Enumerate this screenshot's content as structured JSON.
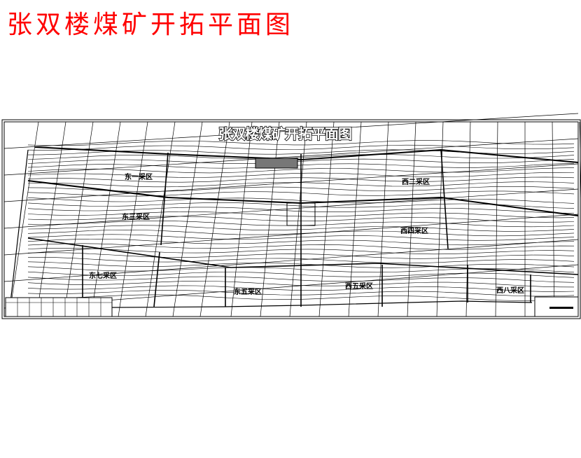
{
  "page_title": "张双楼煤矿开拓平面图",
  "drawing": {
    "title": "张双楼煤矿开拓平面图",
    "line_color": "#000000",
    "title_color": "#ff0000",
    "panels": [
      {
        "label": "东一采区"
      },
      {
        "label": "东三采区"
      },
      {
        "label": "东七采区"
      },
      {
        "label": "东五采区"
      },
      {
        "label": "西二采区"
      },
      {
        "label": "西四采区"
      },
      {
        "label": "西五采区"
      },
      {
        "label": "西八采区"
      }
    ]
  }
}
